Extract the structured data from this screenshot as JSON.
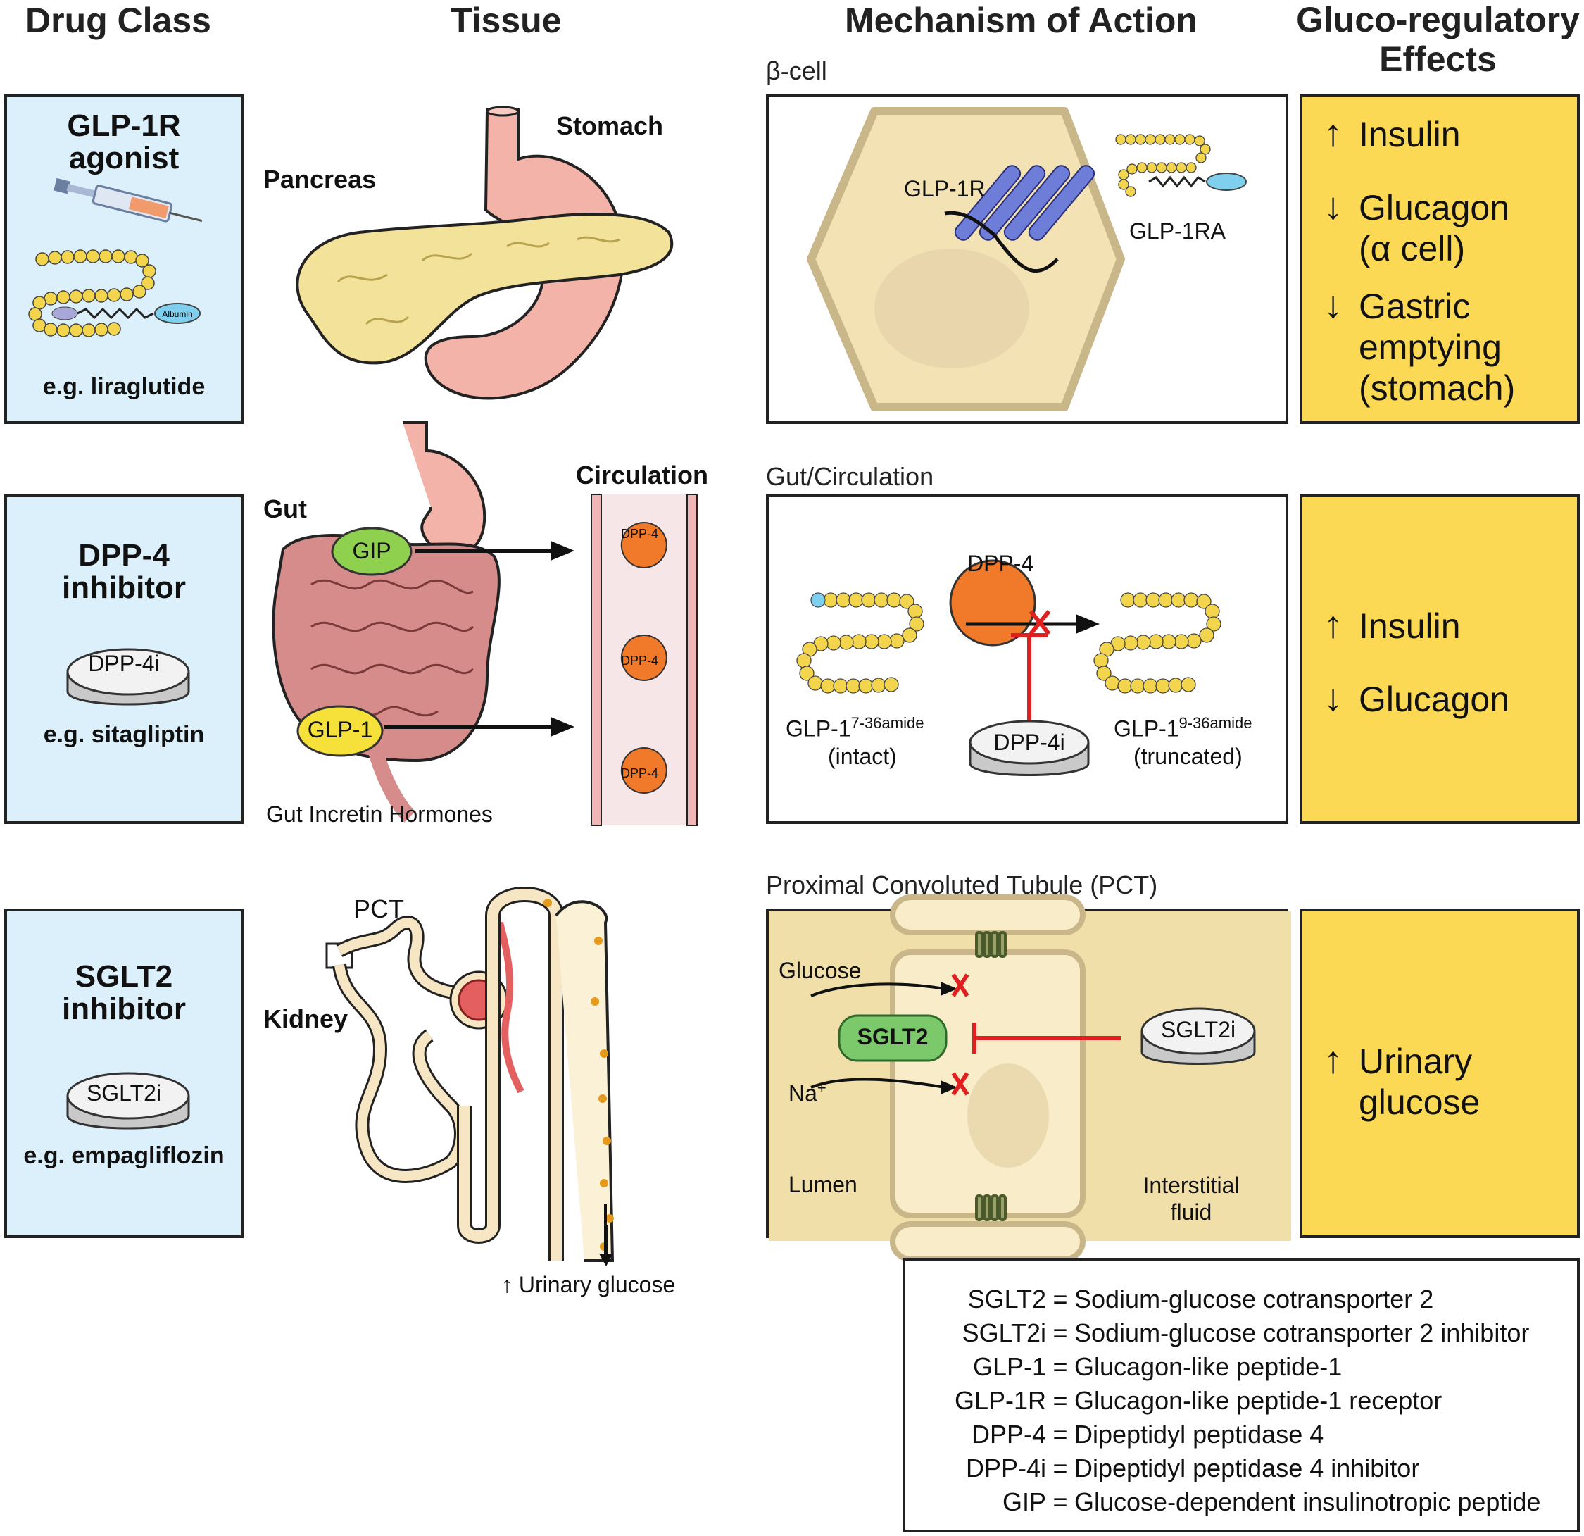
{
  "headers": {
    "drug_class": "Drug Class",
    "tissue": "Tissue",
    "mechanism": "Mechanism of Action",
    "effects": "Gluco-regulatory Effects"
  },
  "rows": [
    {
      "drug_title": "GLP-1R agonist",
      "example": "e.g. liraglutide",
      "tissue_labels": {
        "pancreas": "Pancreas",
        "stomach": "Stomach"
      },
      "mechanism_caption": "β-cell",
      "mechanism_labels": {
        "receptor": "GLP-1R",
        "agonist": "GLP-1RA",
        "albumin": "Albumin"
      },
      "effects": [
        {
          "dir": "up",
          "text": "Insulin"
        },
        {
          "dir": "down",
          "text": "Glucagon"
        },
        {
          "dir": "",
          "text": "(α cell)"
        },
        {
          "dir": "down",
          "text": "Gastric"
        },
        {
          "dir": "",
          "text": "emptying"
        },
        {
          "dir": "",
          "text": "(stomach)"
        }
      ]
    },
    {
      "drug_title": "DPP-4 inhibitor",
      "pill": "DPP-4i",
      "example": "e.g. sitagliptin",
      "tissue_labels": {
        "gut": "Gut",
        "circulation": "Circulation",
        "gip": "GIP",
        "glp1": "GLP-1",
        "hormones": "Gut Incretin Hormones",
        "dpp4": "DPP-4"
      },
      "mechanism_caption": "Gut/Circulation",
      "mechanism_labels": {
        "dpp4": "DPP-4",
        "pill": "DPP-4i",
        "intact_name": "GLP-1",
        "intact_sup": "7-36amide",
        "intact": "(intact)",
        "trunc_name": "GLP-1",
        "trunc_sup": "9-36amide",
        "truncated": "(truncated)"
      },
      "effects": [
        {
          "dir": "up",
          "text": "Insulin"
        },
        {
          "dir": "down",
          "text": "Glucagon"
        }
      ]
    },
    {
      "drug_title": "SGLT2 inhibitor",
      "pill": "SGLT2i",
      "example": "e.g. empagliflozin",
      "tissue_labels": {
        "pct": "PCT",
        "kidney": "Kidney",
        "urinary": "Urinary glucose"
      },
      "mechanism_caption": "Proximal Convoluted Tubule (PCT)",
      "mechanism_labels": {
        "glucose": "Glucose",
        "sglt2": "SGLT2",
        "na": "Na",
        "na_sup": "+",
        "pill": "SGLT2i",
        "lumen": "Lumen",
        "interstitial": "Interstitial fluid"
      },
      "effects": [
        {
          "dir": "up",
          "text": "Urinary"
        },
        {
          "dir": "",
          "text": "glucose"
        }
      ]
    }
  ],
  "glossary": [
    {
      "abbr": "SGLT2",
      "def": "Sodium-glucose cotransporter 2"
    },
    {
      "abbr": "SGLT2i",
      "def": "Sodium-glucose cotransporter 2 inhibitor"
    },
    {
      "abbr": "GLP-1",
      "def": "Glucagon-like peptide-1"
    },
    {
      "abbr": "GLP-1R",
      "def": "Glucagon-like peptide-1 receptor"
    },
    {
      "abbr": "DPP-4",
      "def": "Dipeptidyl peptidase 4"
    },
    {
      "abbr": "DPP-4i",
      "def": "Dipeptidyl peptidase 4 inhibitor"
    },
    {
      "abbr": "GIP",
      "def": "Glucose-dependent insulinotropic peptide"
    }
  ],
  "colors": {
    "drug_panel": "#dcf0fb",
    "effects_panel": "#fcd955",
    "cell": "#f3e3b4",
    "inhibit": "#e02020",
    "dpp4": "#f07a2a"
  }
}
